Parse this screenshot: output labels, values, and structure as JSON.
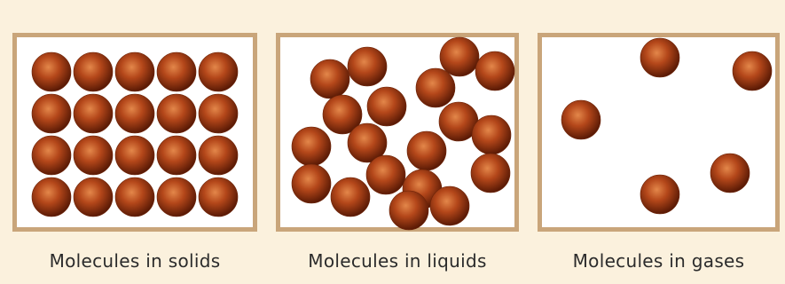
{
  "panels": [
    {
      "id": "solids",
      "caption": "Molecules in solids",
      "molecule_count": 20
    },
    {
      "id": "liquids",
      "caption": "Molecules in liquids",
      "molecule_count": 19
    },
    {
      "id": "gases",
      "caption": "Molecules in gases",
      "molecule_count": 5
    }
  ],
  "colors": {
    "background": "#fbf1dd",
    "frame": "#c9a57a",
    "molecule_light": "#e07a3a",
    "molecule_mid": "#a63a0e",
    "molecule_dark": "#5a1a05"
  }
}
